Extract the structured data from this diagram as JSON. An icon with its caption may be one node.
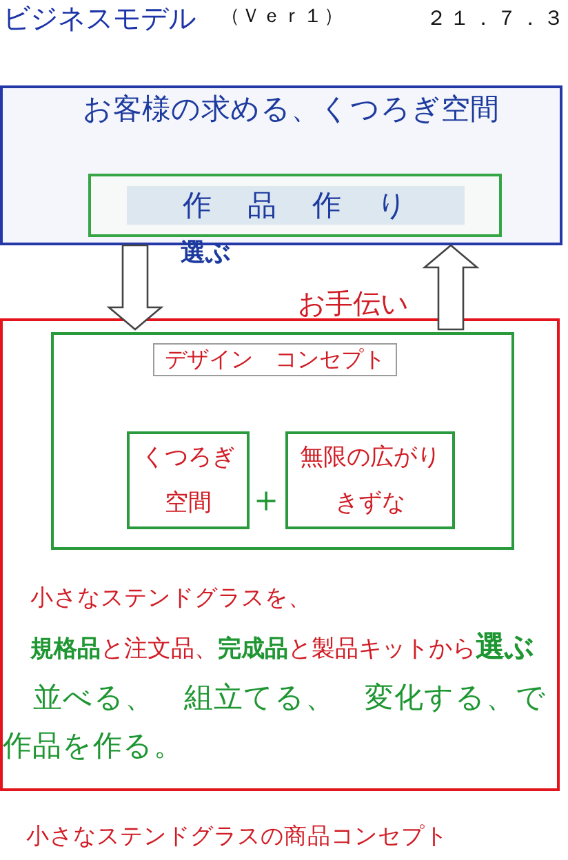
{
  "diagram": {
    "title": "ビジネスモデル",
    "nodes": [
      {
        "text": [
          "お客様の求める、くつろぎ空間"
        ]
      },
      {
        "text": [
          "作品作り"
        ],
        "in": 0
      },
      {
        "text": [
          "小さなステンドグラスを、",
          "**規格品**と注文品、**完成品**と製品キットから**選ぶ**",
          "並べる、　組立てる、　変化する、で作品を作る。"
        ]
      },
      {
        "text": [],
        "shape": "box",
        "in": 2
      },
      {
        "text": [
          "デザイン　コンセプト"
        ],
        "in": 3
      },
      {
        "text": [
          "くつろぎ空間"
        ],
        "in": 3
      },
      {
        "text": [
          "無限の広がり",
          "きずな"
        ],
        "in": 3
      }
    ],
    "edges": [
      {
        "from": 0,
        "to": 3,
        "arrow": "to",
        "label": "選ぶ",
        "style": "thick"
      },
      {
        "from": 3,
        "to": 0,
        "arrow": "to",
        "label": "お手伝い",
        "style": "thick"
      }
    ],
    "labels": [
      "（Ｖｅｒ１）",
      "２１．７．３",
      "＋"
    ],
    "caption": "小さなステンドグラスの商品コンセプト"
  }
}
